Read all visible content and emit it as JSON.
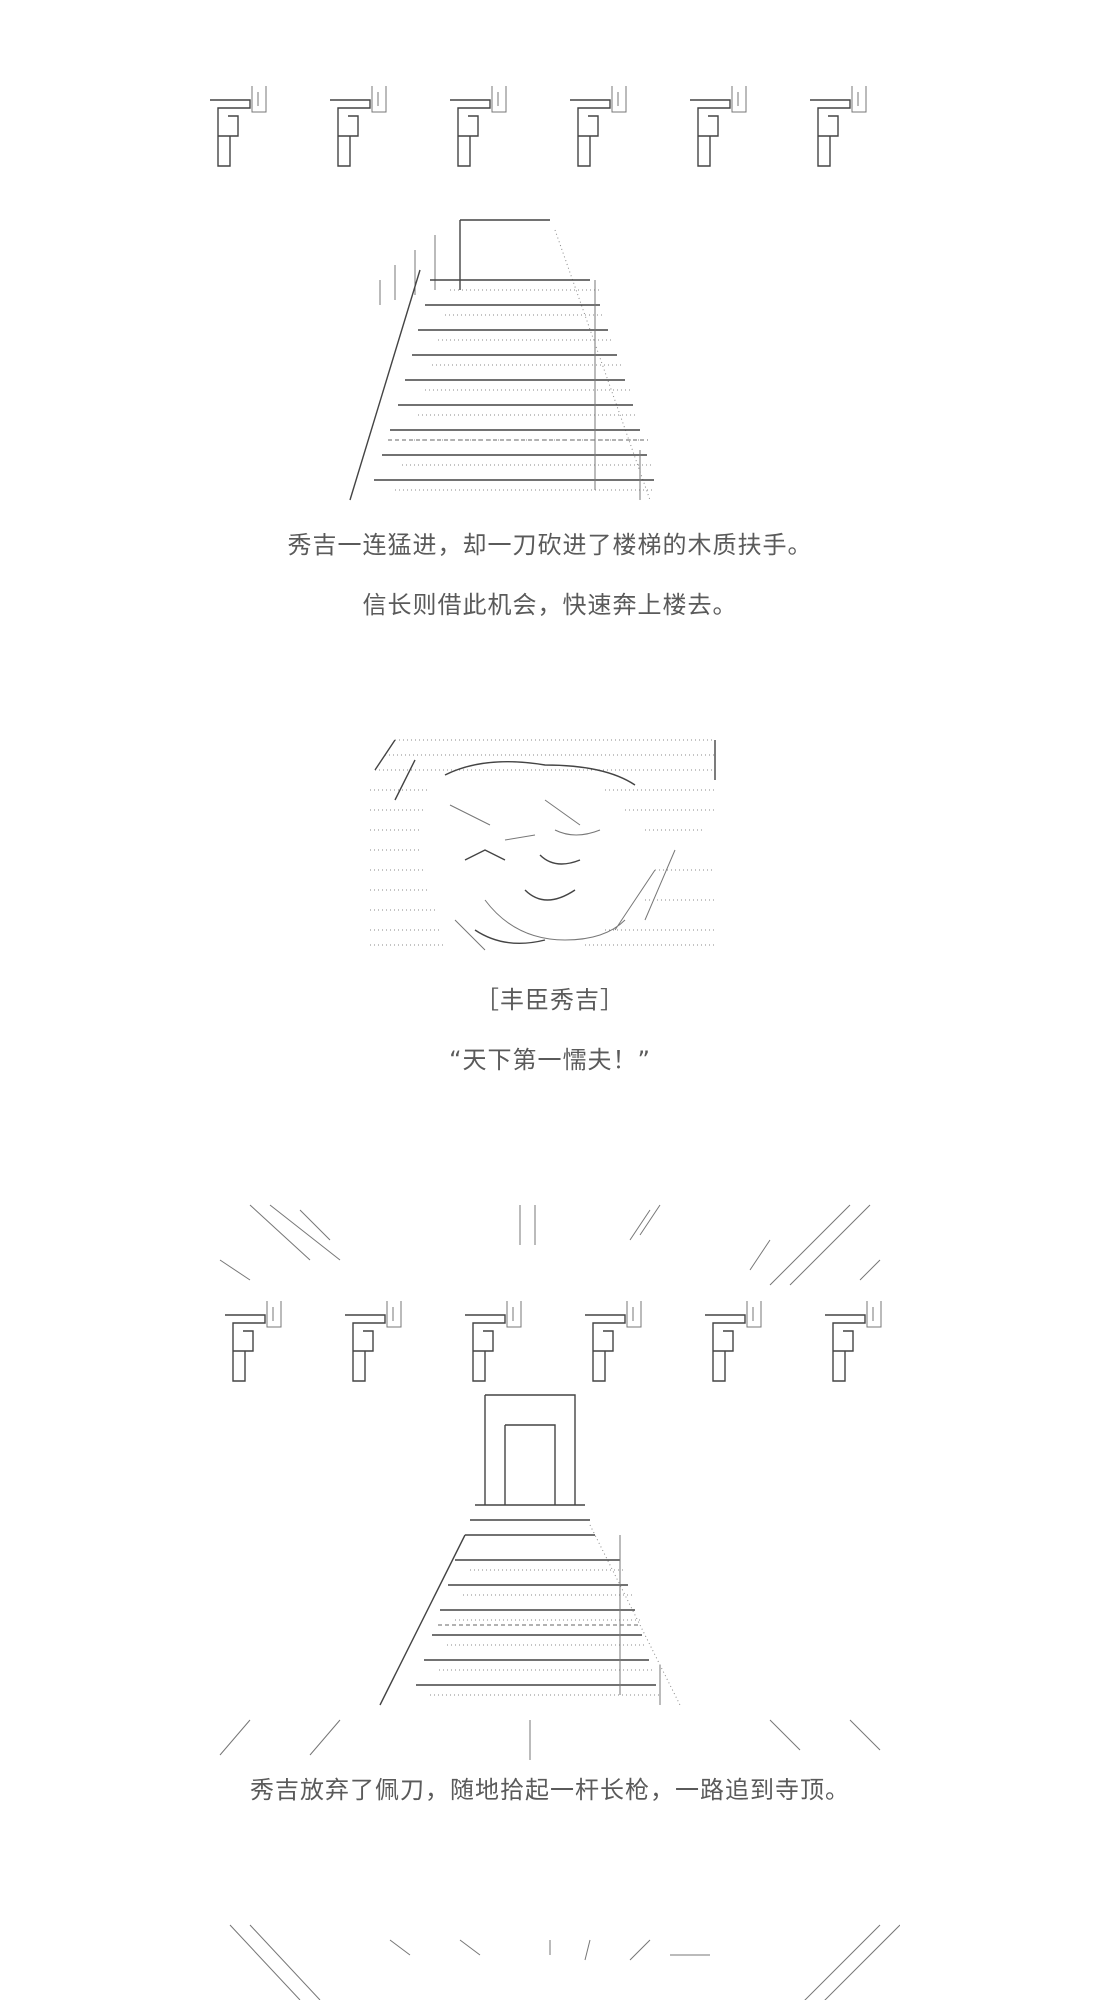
{
  "panel1": {
    "caption_1": "秀吉一连猛进，却一刀砍进了楼梯的木质扶手。",
    "caption_2": "信长则借此机会，快速奔上楼去。"
  },
  "panel2": {
    "name_tag": "［丰臣秀吉］",
    "quote": "“天下第一懦夫！”"
  },
  "panel3": {
    "caption_1": "秀吉放弃了佩刀，随地拾起一杆长枪，一路追到寺顶。"
  },
  "icons": {
    "sound_effect": "footstep-sfx-glyph",
    "stairs": "staircase-ascii-art",
    "portrait": "hideyoshi-ascii-portrait",
    "motion": "motion-lines"
  }
}
